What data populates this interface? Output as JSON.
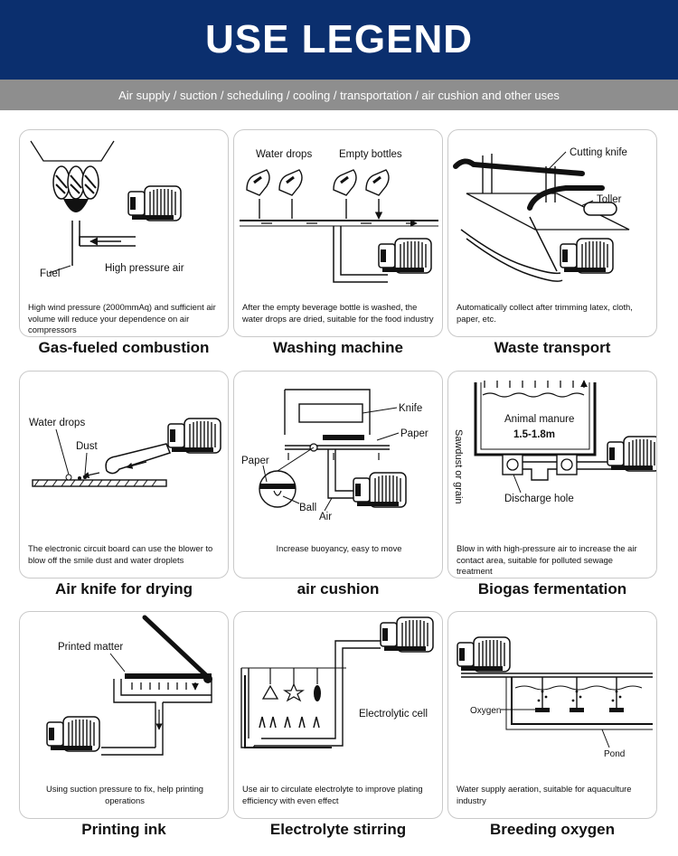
{
  "header": {
    "title": "USE LEGEND",
    "subtitle": "Air supply / suction / scheduling / cooling / transportation / air cushion and other uses"
  },
  "colors": {
    "header_bg": "#0b2f6e",
    "subbar_bg": "#8e8e8e",
    "card_border": "#c9c9c9"
  },
  "panels": [
    {
      "title": "Gas-fueled combustion",
      "caption": "High wind pressure (2000mmAq) and sufficient air volume will reduce your dependence on air compressors",
      "labels": {
        "fuel": "Fuel",
        "air": "High pressure air"
      }
    },
    {
      "title": "Washing machine",
      "caption": "After the empty beverage bottle is washed, the water drops are dried, suitable for the food industry",
      "labels": {
        "drops": "Water drops",
        "bottles": "Empty bottles"
      }
    },
    {
      "title": "Waste transport",
      "caption": "Automatically collect after trimming latex, cloth, paper, etc.",
      "labels": {
        "knife": "Cutting knife",
        "roller": "Toller"
      }
    },
    {
      "title": "Air knife for drying",
      "caption": "The electronic circuit board can use the blower to blow off the smile dust and water droplets",
      "labels": {
        "drops": "Water drops",
        "dust": "Dust"
      }
    },
    {
      "title": "air cushion",
      "caption": "Increase buoyancy, easy to move",
      "labels": {
        "knife": "Knife",
        "paper_right": "Paper",
        "paper_left": "Paper",
        "ball": "Ball",
        "air": "Air"
      }
    },
    {
      "title": "Biogas fermentation",
      "caption": "Blow in with high-pressure air to increase the air contact area, suitable for polluted sewage treatment",
      "labels": {
        "sawdust": "Sawdust or grain",
        "manure": "Animal manure",
        "depth": "1.5-1.8m",
        "hole": "Discharge hole"
      }
    },
    {
      "title": "Printing ink",
      "caption": "Using suction pressure to fix, help printing operations",
      "labels": {
        "printed": "Printed matter"
      }
    },
    {
      "title": "Electrolyte stirring",
      "caption": "Use air to circulate electrolyte to improve plating efficiency with even effect",
      "labels": {
        "cell": "Electrolytic cell"
      }
    },
    {
      "title": "Breeding oxygen",
      "caption": "Water supply aeration, suitable for aquaculture industry",
      "labels": {
        "oxygen": "Oxygen",
        "pond": "Pond"
      }
    }
  ]
}
